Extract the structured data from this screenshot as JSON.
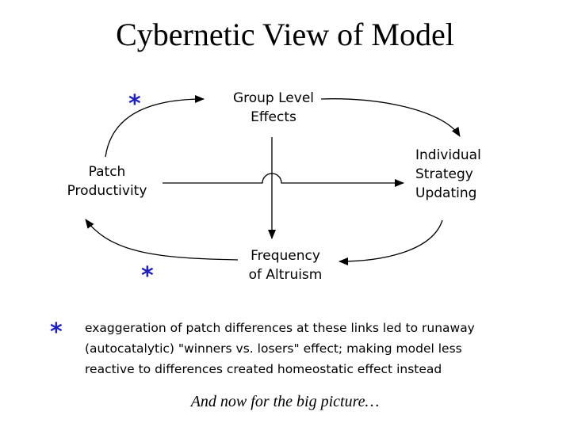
{
  "title": "Cybernetic View of Model",
  "nodes": {
    "group_level": [
      "Group Level",
      "Effects"
    ],
    "patch_productivity": [
      "Patch",
      "Productivity"
    ],
    "individual_strategy": [
      "Individual",
      "Strategy",
      "Updating"
    ],
    "frequency_altruism": [
      "Frequency",
      "of Altruism"
    ]
  },
  "marker": "*",
  "note": [
    "exaggeration of patch differences at these links led to runaway",
    "(autocatalytic) \"winners vs. losers\" effect; making model less",
    "reactive to differences created homeostatic effect instead"
  ],
  "footer": "And now for the big picture…",
  "colors": {
    "marker": "#1f1fc0",
    "text": "#000000",
    "background": "#ffffff"
  }
}
